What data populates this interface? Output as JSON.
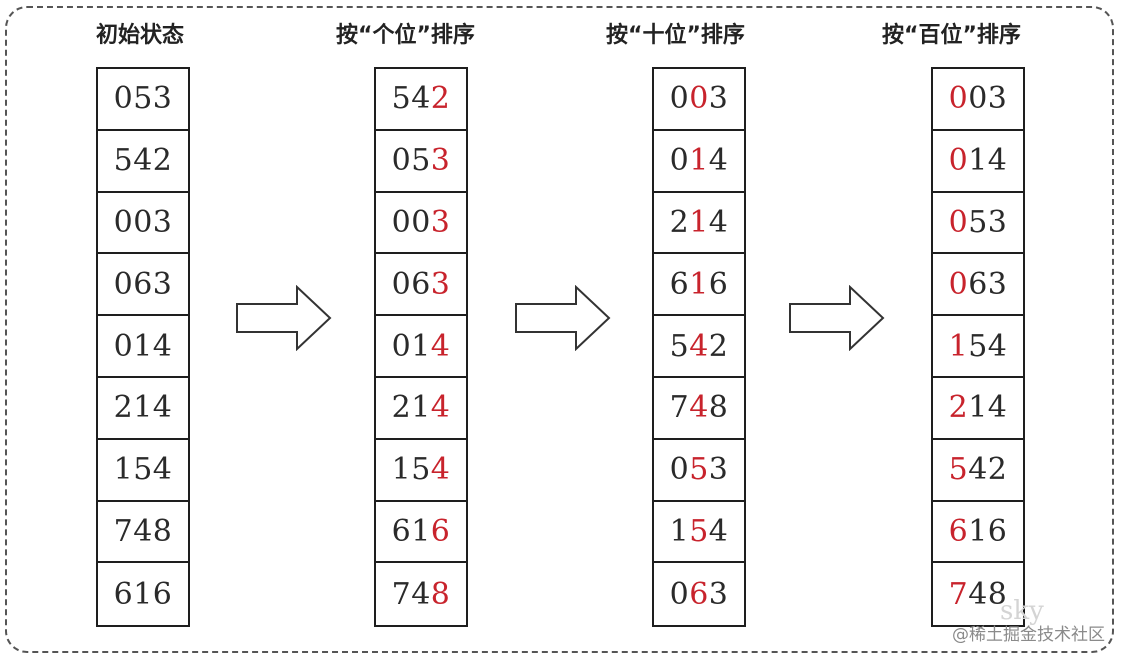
{
  "columns": [
    {
      "title": "初始状态",
      "highlight_digit_index": -1,
      "values": [
        "053",
        "542",
        "003",
        "063",
        "014",
        "214",
        "154",
        "748",
        "616"
      ]
    },
    {
      "title": "按“个位”排序",
      "highlight_digit_index": 2,
      "values": [
        "542",
        "053",
        "003",
        "063",
        "014",
        "214",
        "154",
        "616",
        "748"
      ]
    },
    {
      "title": "按“十位”排序",
      "highlight_digit_index": 1,
      "values": [
        "003",
        "014",
        "214",
        "616",
        "542",
        "748",
        "053",
        "154",
        "063"
      ]
    },
    {
      "title": "按“百位”排序",
      "highlight_digit_index": 0,
      "values": [
        "003",
        "014",
        "053",
        "063",
        "154",
        "214",
        "542",
        "616",
        "748"
      ]
    }
  ],
  "arrows": 3,
  "colors": {
    "highlight": "#c8232c",
    "text": "#2a2a2a",
    "border": "#1e1e1e"
  },
  "watermark": "@稀土掘金技术社区",
  "signature": "sky"
}
